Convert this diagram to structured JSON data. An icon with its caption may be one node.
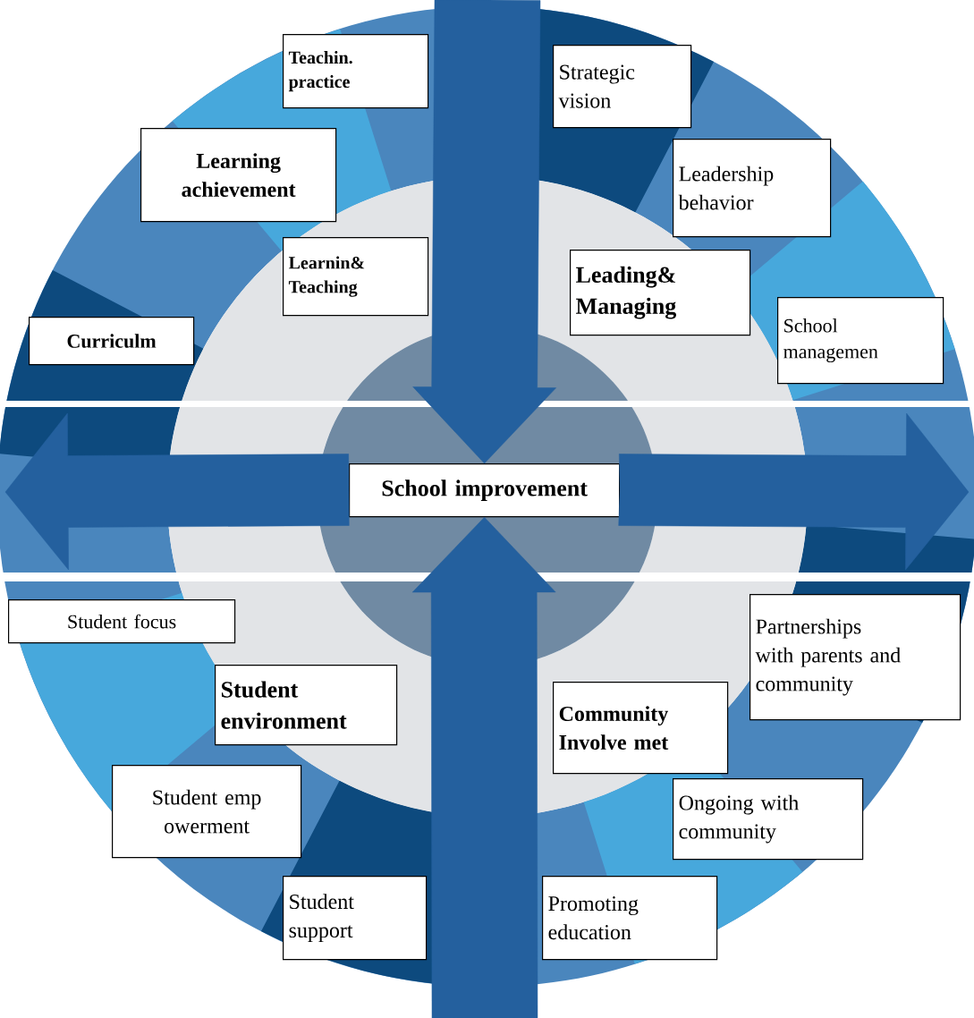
{
  "diagram": {
    "nodes": [
      {
        "text": [
          "Teachin. practice"
        ]
      },
      {
        "text": [
          "Strategic vision"
        ]
      },
      {
        "text": [
          "Learning achievement"
        ]
      },
      {
        "text": [
          "Leadership behavior"
        ]
      },
      {
        "text": [
          "Learnin& Teaching"
        ]
      },
      {
        "text": [
          "Leading& Managing"
        ]
      },
      {
        "text": [
          "Curriculm"
        ]
      },
      {
        "text": [
          "School managemen"
        ]
      },
      {
        "text": [
          "School improvement"
        ]
      },
      {
        "text": [
          "Student focus"
        ]
      },
      {
        "text": [
          "Partnerships with parents and community"
        ]
      },
      {
        "text": [
          "Student environment"
        ]
      },
      {
        "text": [
          "Community Involve met"
        ]
      },
      {
        "text": [
          "Student emp owerment"
        ]
      },
      {
        "text": [
          "Ongoing with community"
        ]
      },
      {
        "text": [
          "Student support"
        ]
      },
      {
        "text": [
          "Promoting education"
        ]
      }
    ],
    "edges": [
      {
        "from": null,
        "to": 8,
        "arrow": "to"
      },
      {
        "from": null,
        "to": 8,
        "arrow": "to"
      },
      {
        "from": 8,
        "to": null,
        "arrow": "to"
      },
      {
        "from": 8,
        "to": null,
        "arrow": "to"
      }
    ]
  }
}
